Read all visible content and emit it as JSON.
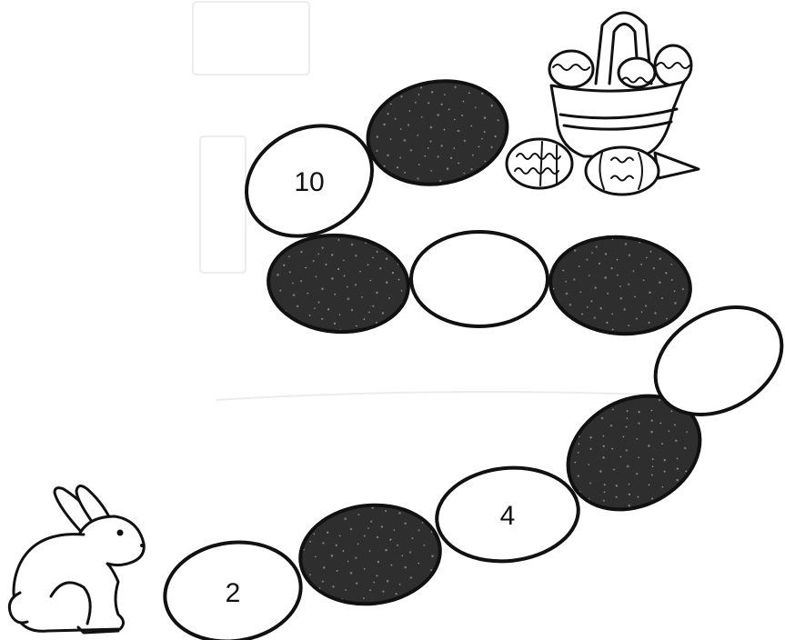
{
  "colors": {
    "ink": "#111111",
    "paper": "#ffffff",
    "shaded_egg": "#3a3a3a"
  },
  "icons": {
    "bunny": "bunny-icon",
    "basket": "easter-basket-icon"
  },
  "eggs": [
    {
      "label": "2",
      "shaded": false
    },
    {
      "label": "",
      "shaded": true
    },
    {
      "label": "4",
      "shaded": false
    },
    {
      "label": "",
      "shaded": true
    },
    {
      "label": "",
      "shaded": false
    },
    {
      "label": "",
      "shaded": true
    },
    {
      "label": "",
      "shaded": false
    },
    {
      "label": "",
      "shaded": true
    },
    {
      "label": "10",
      "shaded": false
    },
    {
      "label": "",
      "shaded": true
    }
  ]
}
